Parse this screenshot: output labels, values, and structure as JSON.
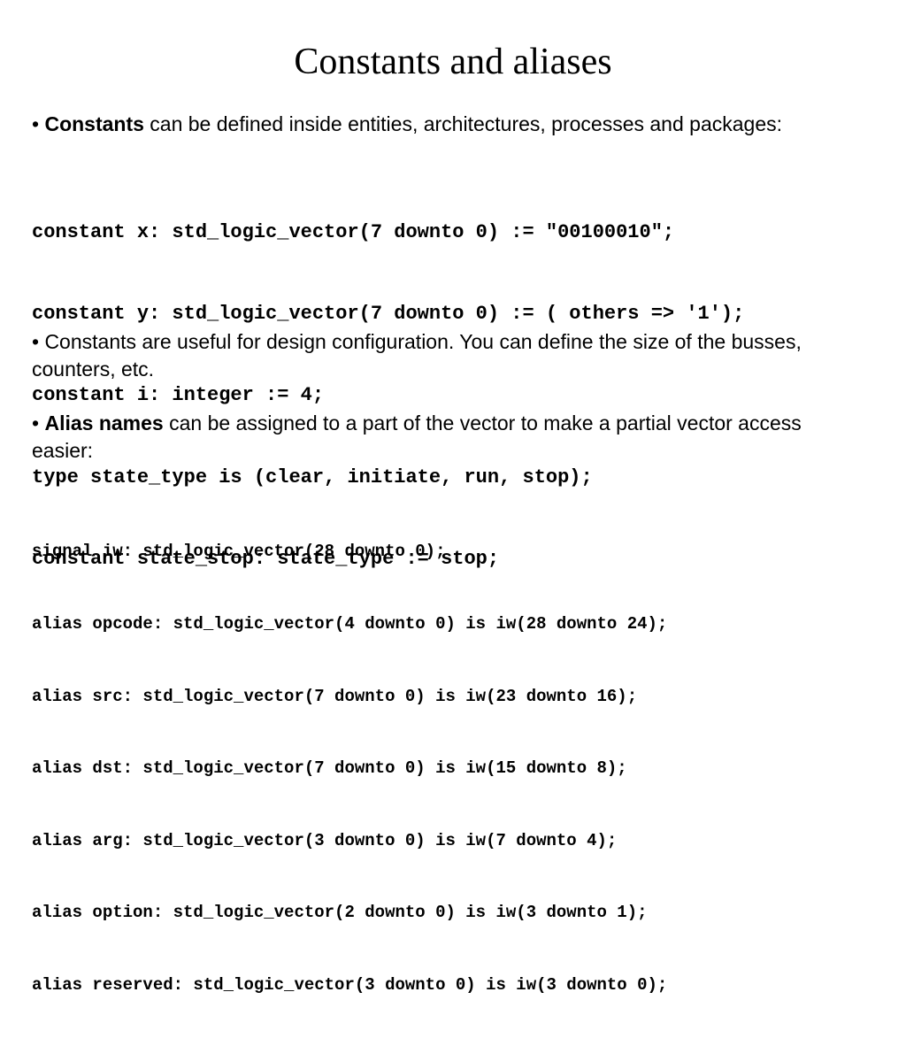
{
  "slide": {
    "title": "Constants and aliases",
    "para1": {
      "bullet": "• ",
      "bold": "Constants",
      "text": " can be defined inside entities, architectures, processes and packages:"
    },
    "code1": [
      "constant x: std_logic_vector(7 downto 0) := \"00100010\";",
      "constant y: std_logic_vector(7 downto 0) := ( others => '1');",
      "constant i: integer := 4;",
      "type state_type is (clear, initiate, run, stop);",
      "constant state_stop: state_type := stop;"
    ],
    "para2": "• Constants are useful for design configuration. You can define the size of the busses, counters, etc.",
    "para3": {
      "bullet": "• ",
      "bold": "Alias names",
      "text": " can be assigned to a part of the vector to make a partial vector access easier:"
    },
    "code2": [
      "signal iw: std_logic_vector(28 downto 0);",
      "alias opcode: std_logic_vector(4 downto 0) is iw(28 downto 24);",
      "alias src: std_logic_vector(7 downto 0) is iw(23 downto 16);",
      "alias dst: std_logic_vector(7 downto 0) is iw(15 downto 8);",
      "alias arg: std_logic_vector(3 downto 0) is iw(7 downto 4);",
      "alias option: std_logic_vector(2 downto 0) is iw(3 downto 1);",
      "alias reserved: std_logic_vector(3 downto 0) is iw(3 downto 0);"
    ]
  }
}
